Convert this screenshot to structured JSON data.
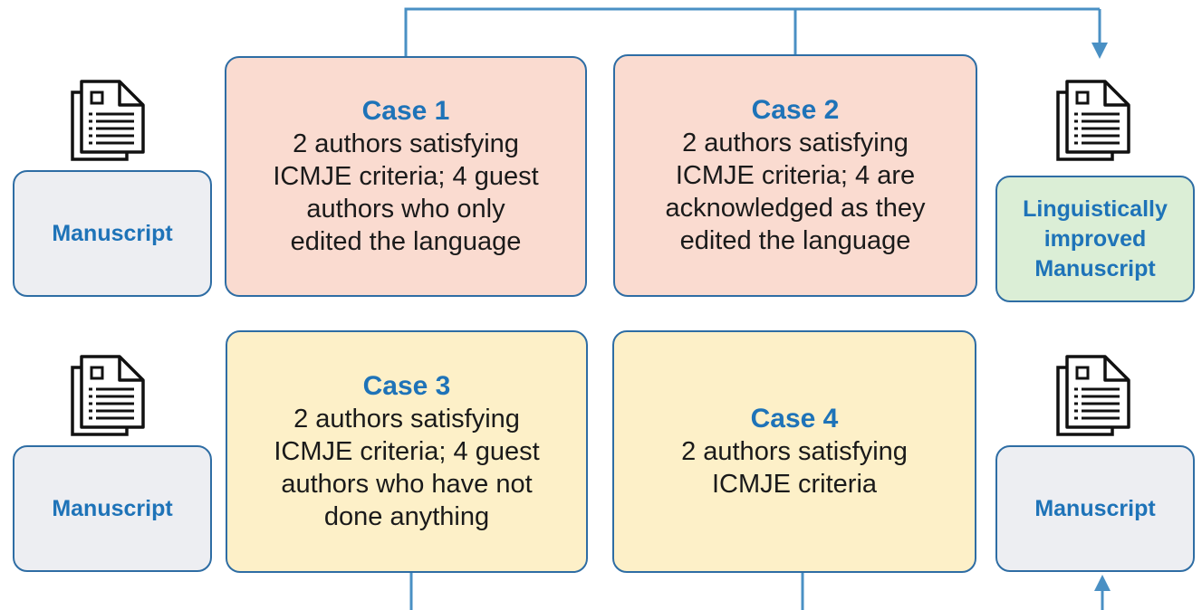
{
  "colors": {
    "line": "#4a90c4",
    "border": "#2e6da4",
    "title": "#1e73b8",
    "case_pink": "#fadbd0",
    "case_yellow": "#fdf0c8",
    "manuscript_grey": "#edeef2",
    "improved_green": "#dbeed6"
  },
  "icons": [
    "document-icon"
  ],
  "cases": [
    {
      "title": "Case 1",
      "lines": [
        "2 authors satisfying",
        "ICMJE criteria; 4 guest",
        "authors who only",
        "edited the language"
      ]
    },
    {
      "title": "Case 2",
      "lines": [
        "2 authors satisfying",
        "ICMJE criteria; 4 are",
        "acknowledged as they",
        "edited the language"
      ]
    },
    {
      "title": "Case 3",
      "lines": [
        "2 authors satisfying",
        "ICMJE criteria; 4 guest",
        "authors who have not",
        "done anything"
      ]
    },
    {
      "title": "Case 4",
      "lines": [
        "2 authors satisfying",
        "ICMJE criteria"
      ]
    }
  ],
  "manuscripts": {
    "top_left": "Manuscript",
    "bottom_left": "Manuscript",
    "top_right": [
      "Linguistically",
      "improved",
      "Manuscript"
    ],
    "bottom_right": "Manuscript"
  }
}
